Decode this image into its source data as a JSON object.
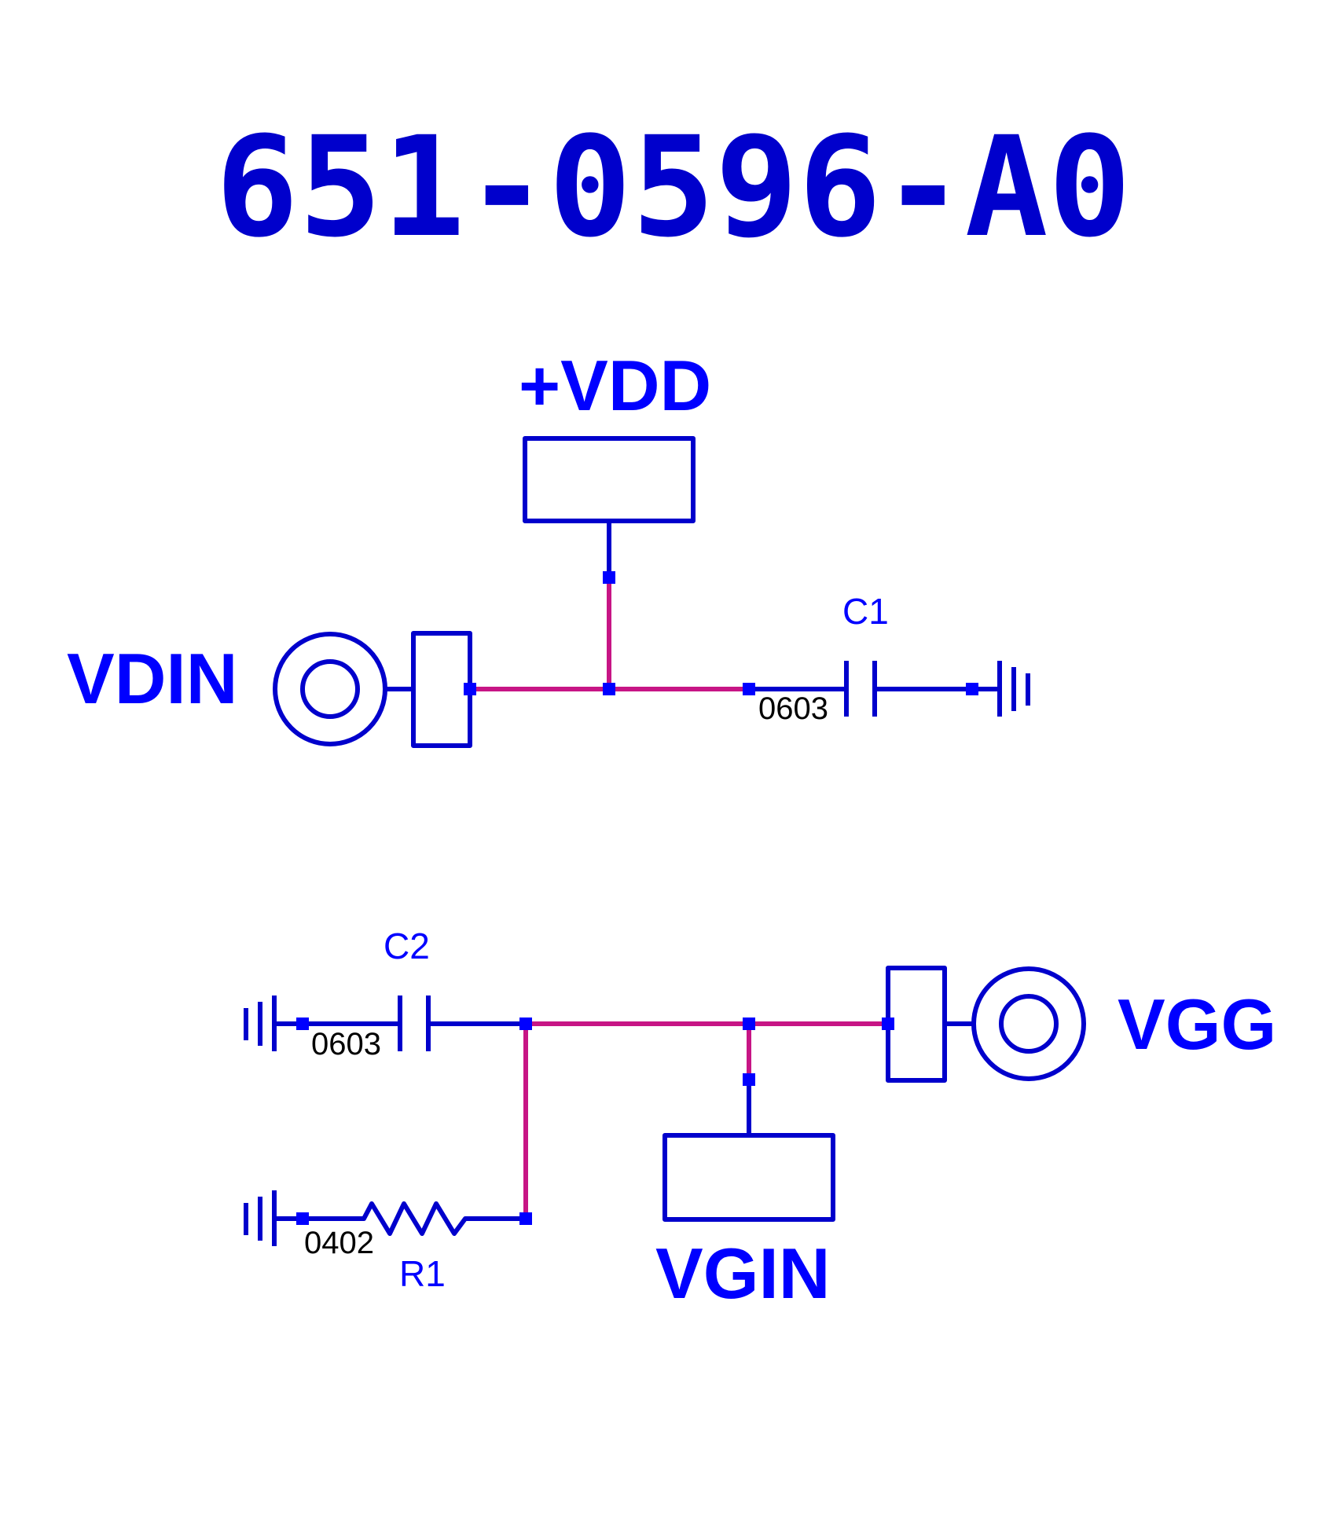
{
  "title": "651-0596-A0",
  "colors": {
    "component": "#0000cc",
    "wire": "#c71585",
    "pin": "#0000ff",
    "label": "#0000ff",
    "package_text": "#000000"
  },
  "nets": {
    "vdd_supply": "+VDD",
    "vdin_port": "VDIN",
    "vgg_port": "VGG",
    "vgin_supply": "VGIN"
  },
  "components": {
    "c1": {
      "refdes": "C1",
      "package": "0603",
      "type": "capacitor",
      "terminated_to": "ground-icon"
    },
    "c2": {
      "refdes": "C2",
      "package": "0603",
      "type": "capacitor",
      "terminated_to": "ground-icon"
    },
    "r1": {
      "refdes": "R1",
      "package": "0402",
      "type": "resistor",
      "terminated_to": "ground-icon"
    }
  },
  "icons": {
    "port": "coax-port-icon",
    "ground": "ground-icon",
    "supply": "dc-supply-block-icon"
  }
}
